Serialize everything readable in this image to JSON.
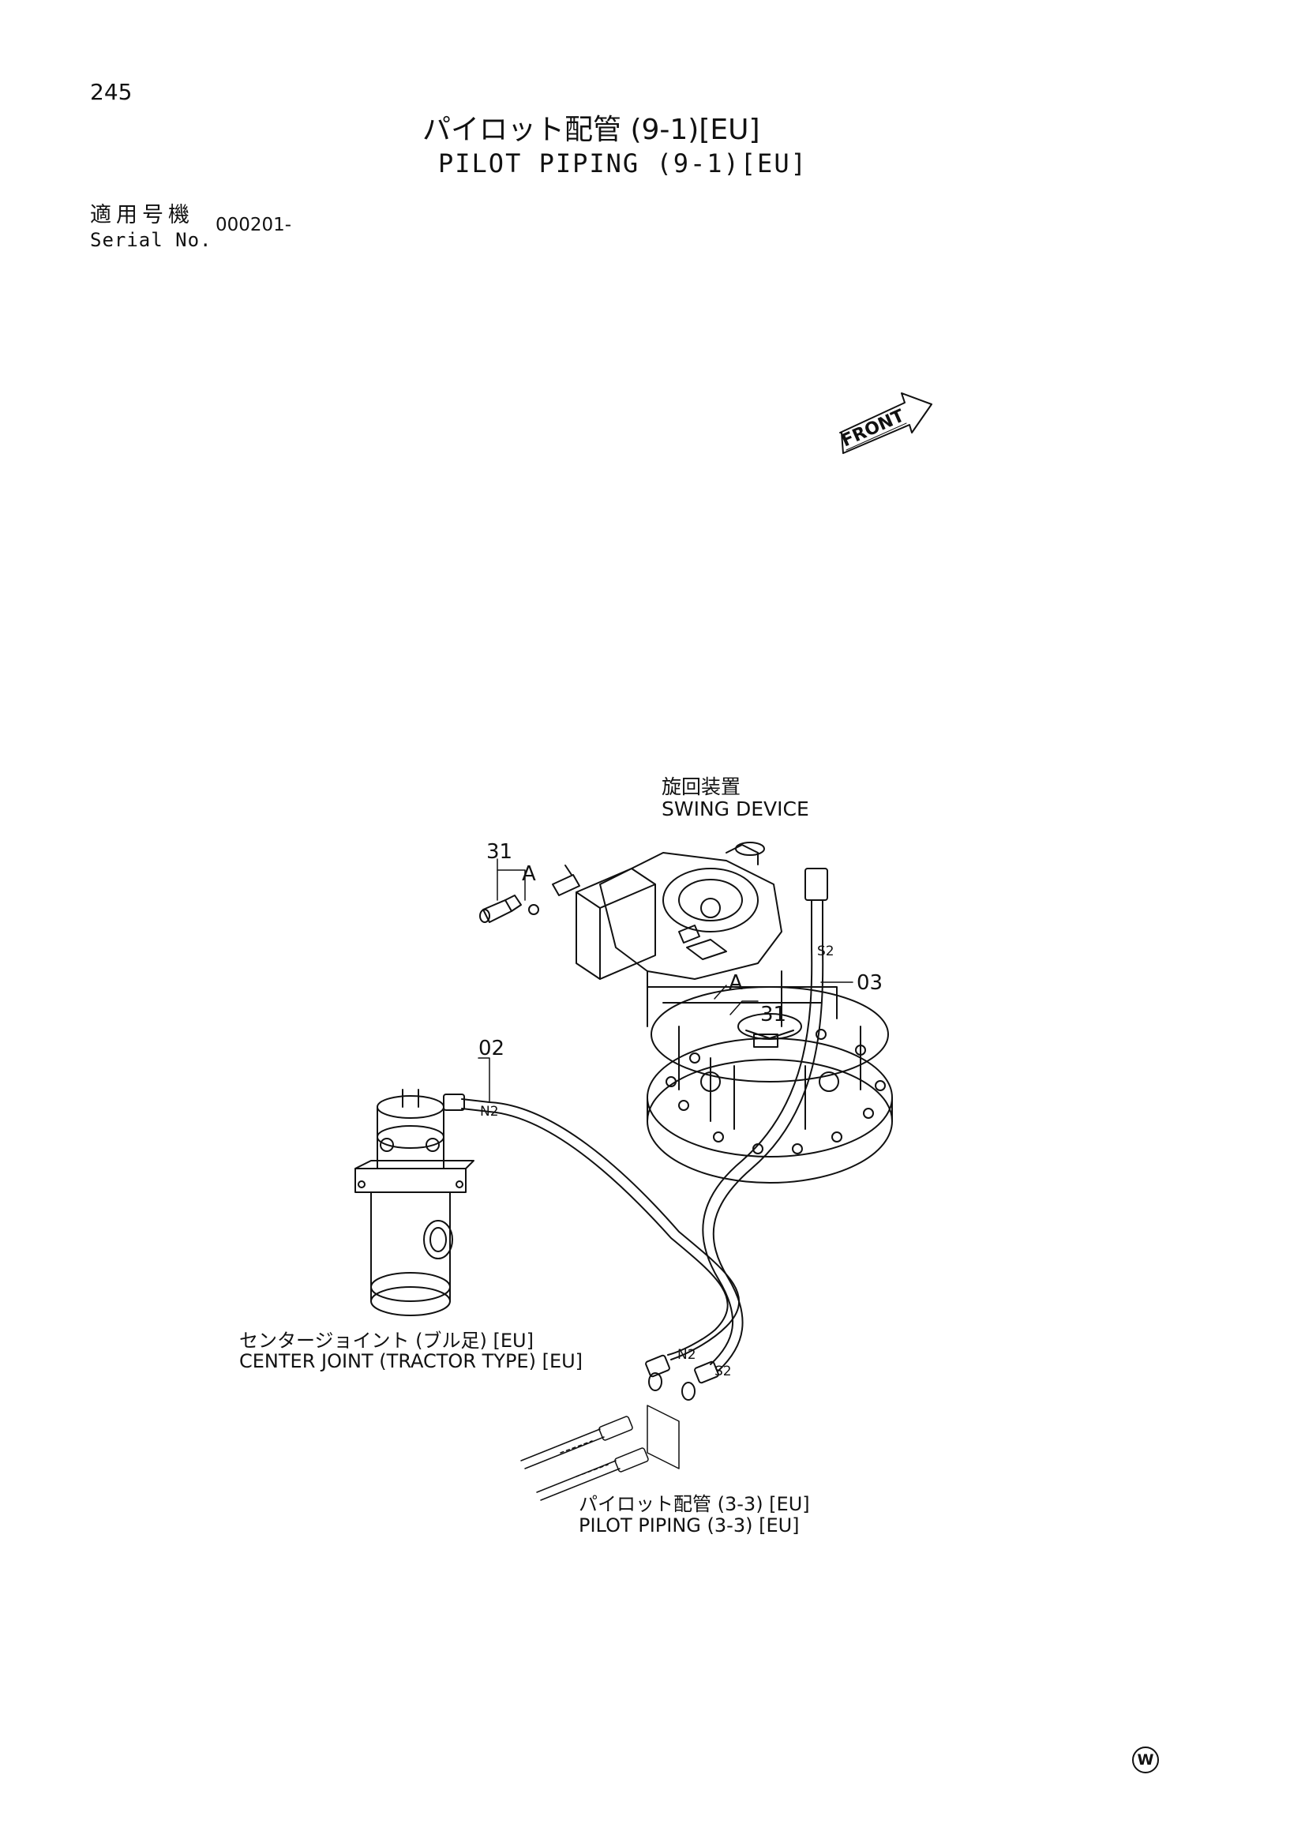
{
  "header": {
    "page_number": "245",
    "title_jp": "パイロット配管 (9-1)[EU]",
    "title_en": "PILOT PIPING (9-1)[EU]",
    "serial_label_jp": "適用号機",
    "serial_label_en": "Serial No.",
    "serial_value": "000201-"
  },
  "diagram": {
    "front_label": "FRONT",
    "swing_device_jp": "旋回装置",
    "swing_device_en": "SWING DEVICE",
    "center_joint_jp": "センタージョイント (ブル足) [EU]",
    "center_joint_en": "CENTER JOINT (TRACTOR TYPE) [EU]",
    "pilot_piping_ref_jp": "パイロット配管 (3-3) [EU]",
    "pilot_piping_ref_en": "PILOT PIPING (3-3) [EU]",
    "callouts": {
      "part_31_a": "31",
      "detail_a_1": "A",
      "detail_a_2": "A",
      "part_31_b": "31",
      "part_02": "02",
      "part_03": "03"
    },
    "port_labels": {
      "n2_top": "N2",
      "s2_top": "S2",
      "n2_bottom": "N2",
      "s2_bottom": "S2"
    }
  },
  "footer": {
    "mark": "W"
  }
}
